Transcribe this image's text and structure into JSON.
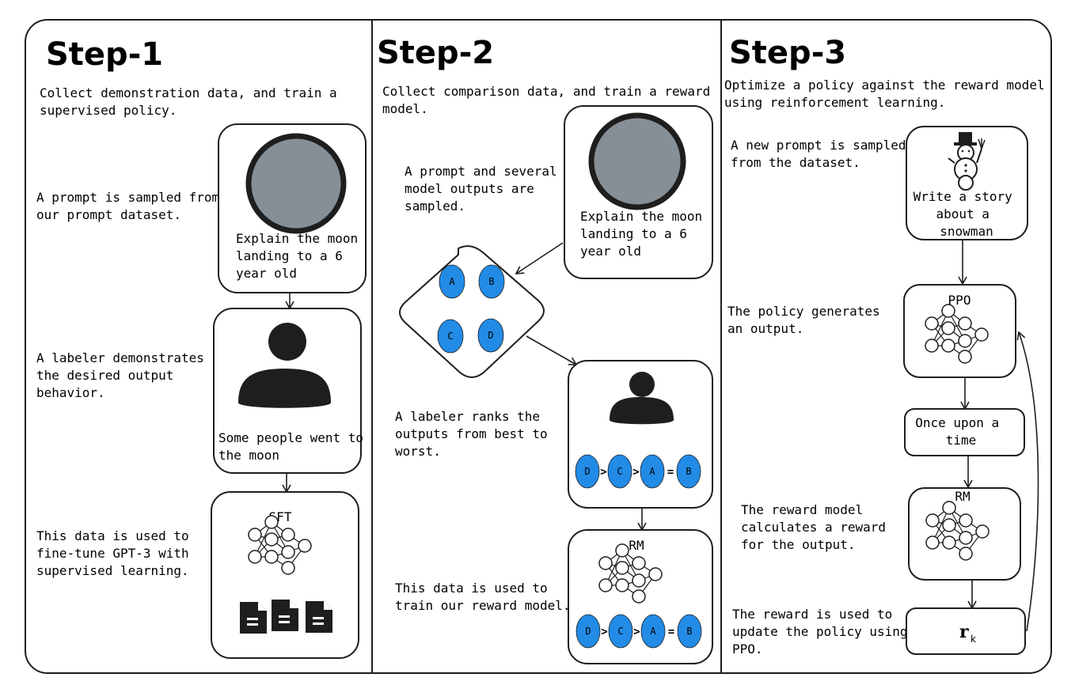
{
  "steps": [
    {
      "title": "Step-1",
      "description": [
        "Collect demonstration data, and train a",
        "supervised policy."
      ],
      "notes": [
        [
          "A prompt is sampled from",
          "our prompt dataset."
        ],
        [
          "A labeler demonstrates",
          "the desired output",
          "behavior."
        ],
        [
          "This data is used to",
          "fine-tune GPT-3 with",
          "supervised learning."
        ]
      ],
      "prompt_text": [
        "Explain the moon",
        "landing to a 6",
        "year old"
      ],
      "demo_text": [
        "Some people went to",
        "the moon"
      ],
      "model_label": "SFT"
    },
    {
      "title": "Step-2",
      "description": [
        "Collect comparison data, and train a reward",
        "model."
      ],
      "notes": [
        [
          "A prompt and several",
          "model outputs are",
          "sampled."
        ],
        [
          "A labeler ranks the",
          "outputs from best to",
          "worst."
        ],
        [
          "This data is used to",
          "train our reward model."
        ]
      ],
      "prompt_text": [
        "Explain the moon",
        "landing to a 6",
        "year old"
      ],
      "outputs": [
        "A",
        "B",
        "C",
        "D"
      ],
      "ranking": [
        "D",
        ">",
        "C",
        ">",
        "A",
        "=",
        "B"
      ],
      "model_label": "RM"
    },
    {
      "title": "Step-3",
      "description": [
        "Optimize a policy against the reward model",
        "using reinforcement learning."
      ],
      "notes": [
        [
          "A new prompt is sampled",
          "from the dataset."
        ],
        [
          "The policy generates",
          "an output."
        ],
        [
          "The reward model",
          "calculates a reward",
          "for the output."
        ],
        [
          "The reward is used to",
          "update the policy using",
          "PPO."
        ]
      ],
      "prompt_text": [
        "Write a story",
        "about a",
        "snowman"
      ],
      "policy_label": "PPO",
      "output_text": [
        "Once upon a",
        "time"
      ],
      "reward_model_label": "RM",
      "reward_symbol": "r",
      "reward_subscript": "k"
    }
  ],
  "colors": {
    "stroke": "#1e1e1e",
    "moon": "#868e96",
    "output_blue": "#228be6",
    "person": "#1e1e1e"
  }
}
